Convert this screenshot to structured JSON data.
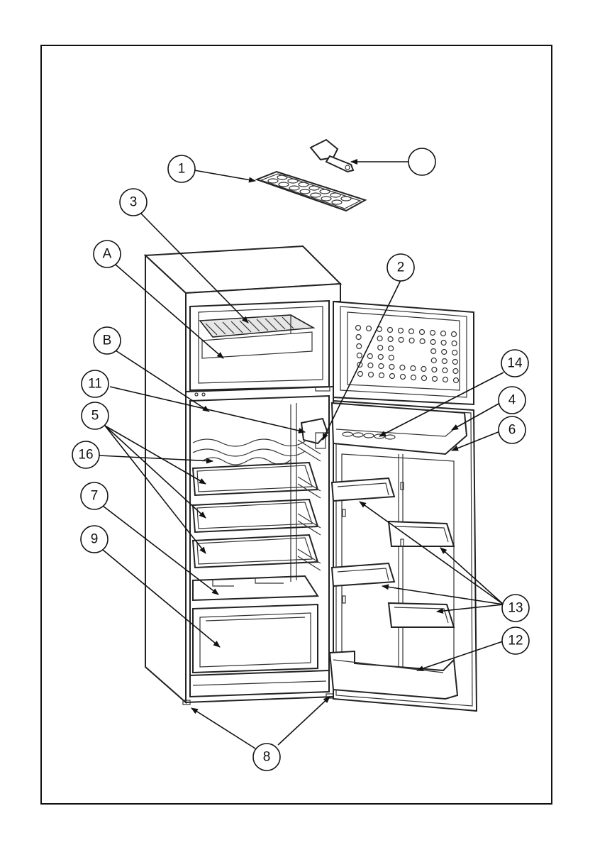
{
  "colors": {
    "line": "#222222",
    "background": "#ffffff",
    "shade": "#e6e6e6"
  },
  "callouts": [
    {
      "id": "c1",
      "text": "1"
    },
    {
      "id": "c2",
      "text": "2"
    },
    {
      "id": "c3",
      "text": "3"
    },
    {
      "id": "cA",
      "text": "A"
    },
    {
      "id": "cB",
      "text": "B"
    },
    {
      "id": "c11",
      "text": "11"
    },
    {
      "id": "c5",
      "text": "5"
    },
    {
      "id": "c16",
      "text": "16"
    },
    {
      "id": "c7",
      "text": "7"
    },
    {
      "id": "c9",
      "text": "9"
    },
    {
      "id": "c14",
      "text": "14"
    },
    {
      "id": "c4",
      "text": "4"
    },
    {
      "id": "c6",
      "text": "6"
    },
    {
      "id": "c13",
      "text": "13"
    },
    {
      "id": "c12",
      "text": "12"
    },
    {
      "id": "c8",
      "text": "8"
    },
    {
      "id": "cblank",
      "text": ""
    }
  ]
}
